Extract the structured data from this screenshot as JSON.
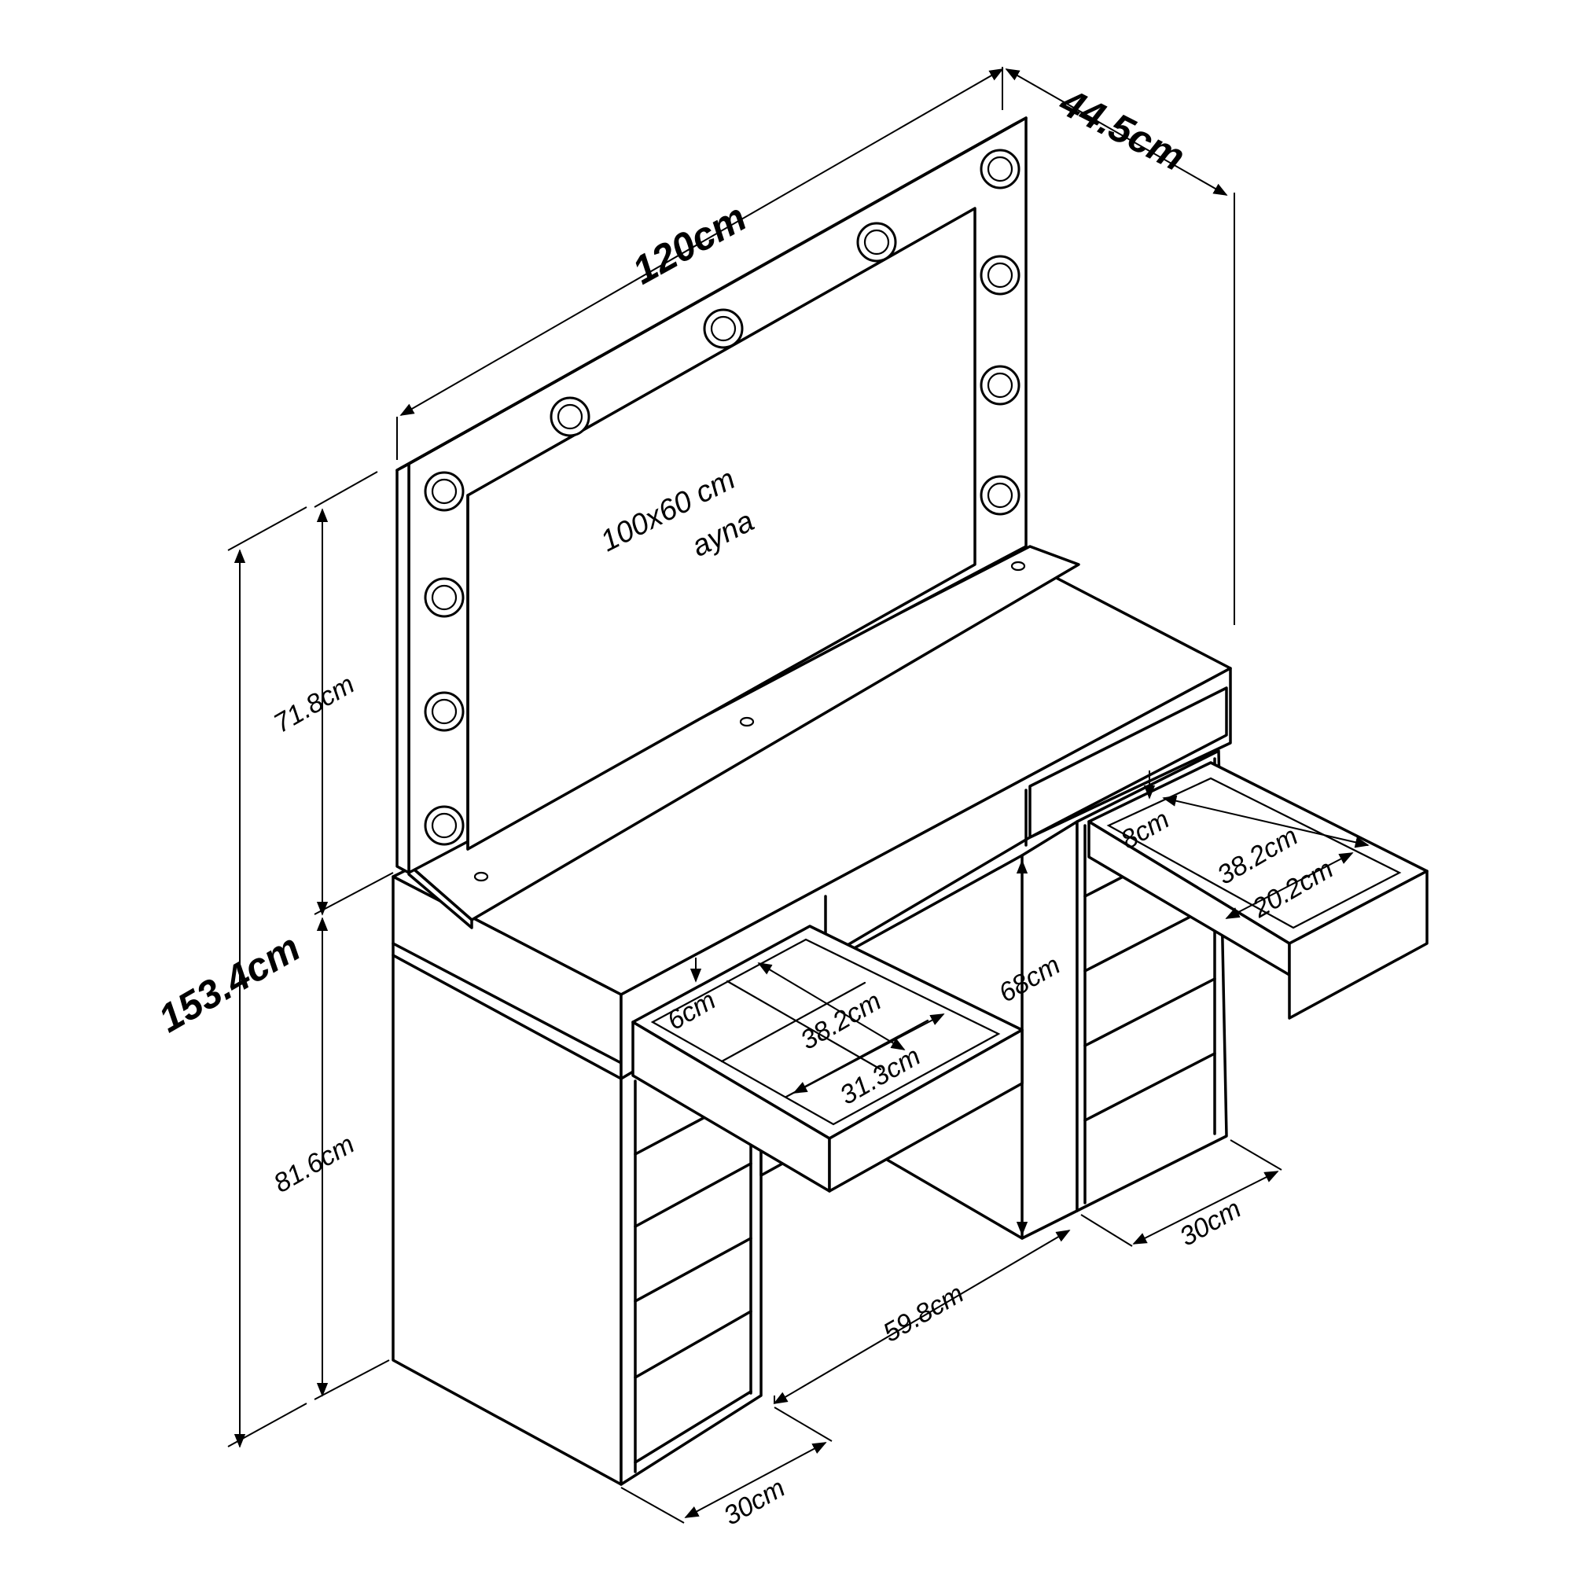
{
  "mirror": {
    "size": "100x60 cm",
    "name": "ayna"
  },
  "dimensions": {
    "width": "120cm",
    "depth": "44.5cm",
    "total_height": "153.4cm",
    "mirror_height": "71.8cm",
    "table_height": "81.6cm",
    "knee_height": "68cm",
    "knee_width": "59.8cm",
    "left_cabinet_width": "30cm",
    "right_cabinet_width": "30cm",
    "left_drawer_depth": "6cm",
    "left_drawer_length": "38.2cm",
    "left_drawer_width": "31.3cm",
    "right_drawer_depth": "8cm",
    "right_drawer_length": "38.2cm",
    "right_drawer_width": "20.2cm"
  }
}
